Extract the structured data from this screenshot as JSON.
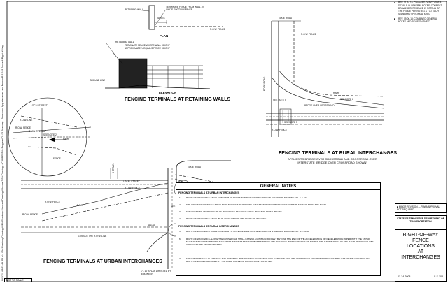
{
  "side_text": "U:\\5\\2014 8:53:49 PM   c:\\...\\Std Roadway Drawings\\DEV\\Roadway Standard Drawings\\Volume 2\\Std Drawings : CURRENT\\In Progress\\Ch 05 Roadway - Permanent Appurtenances and Fences\\R-5-103 Fence & Right of Way",
  "legend": [
    {
      "bullet": "■",
      "text": "REV. 11-24-16: CHANGED DEPICTIONS & DETAILS IN GENERAL NOTES. CORRECT DRAWING REFERENCE IN NOTE #1 OF THE FENCE PER NOTE 1 & 7 AT EACH STANDARD SPECIFICATIONS."
    },
    {
      "bullet": "■",
      "text": "REV. 09-06-18: COMBINED GENERAL NOTES AND REVISION SHEET"
    }
  ],
  "retaining": {
    "retaining_wall": "RETAINING WALL",
    "terminate": "TERMINATE FENCE FROM WALL, IN WHITE FOOTWAY/PAVER",
    "varies": "VARIES",
    "row_fence": "R.O.W. FENCE",
    "plan": "PLAN",
    "retaining_wall2": "RETAINING WALL",
    "terminate2": "TERMINATE FENCE WHERE WALL HEIGHT APPROXIMATELY EQUALS FENCE HEIGHT",
    "ground_line": "GROUND LINE",
    "elevation": "ELEVATION",
    "caption": "FENCING TERMINALS AT RETAINING WALLS"
  },
  "rural": {
    "edge_road": "EDGE ROAD",
    "row_fence": "R.O.W. FENCE",
    "see_note_5a": "SEE NOTE 5",
    "edge_road2": "EDGE ROAD",
    "ramp": "RAMP",
    "see_note_6": "SEE NOTE 6",
    "bridge": "BRIDGE OVER CROSSROAD",
    "see_note_5b": "SEE NOTE 5",
    "row_fence2": "R.O.W. FENCE",
    "caption": "FENCING TERMINALS AT RURAL INTERCHANGES",
    "sub": "APPLIES TO BRIDGE OVER CROSSROAD AND CROSSROAD OVER INTERSTATE (BRIDGE OVER CROSSROAD SHOWN)"
  },
  "detail": {
    "local_street": "LOCAL STREET",
    "row_line": "R.O.W. LINE",
    "ramp": "RAMP",
    "row_fence": "R.O.W. FENCE",
    "fence_overlap": "45 MIN OVERLAP",
    "see_note": "SEE NOTE 2",
    "fence": "FENCE"
  },
  "urban": {
    "fence_label": "5 FT MIN.",
    "local_street": "LOCAL STREET",
    "row_fence": "R.O.W. FENCE",
    "see_note_2": "SEE NOTE 2",
    "see_note_1": "SEE NOTE 1",
    "row_fence2": "R.O.W. FENCE",
    "edge_road": "EDGE ROAD",
    "sidewalk": "SIDEWALK",
    "ramp": "RAMP",
    "row_line": "R.O.W. LINE",
    "row_fence3": "R.O.W. FENCE",
    "ramp2": "RAMP",
    "inside": "1' INSIDE THE R.O.W. LINE",
    "see_note_3": "SEE NOTE 3",
    "caption": "FENCING TERMINALS AT URBAN INTERCHANGES",
    "ramp_note": "7 - 10' SPLAS DIRECTED BY ENGINEER"
  },
  "general_notes": {
    "title": "GENERAL NOTES",
    "section1": "FENCING TERMINALS AT URBAN INTERCHANGES",
    "notes1": [
      {
        "num": "1.",
        "text": "RIGHT-OF-WAY FENCE SHALL CONFORM TO NOTES AND DETAILS SPECIFIED ON STANDARD DRAWING NO. S-F-103."
      },
      {
        "num": "2.",
        "text": "THE INDICATED DISTANCE SHALL BE SUFFICIENT TO PROVIDE SATISFACTORY SIGHT DISTANCE FOR THE TRAFFIC FROM THE RAMP."
      },
      {
        "num": "3.",
        "text": "END SECTIONS OF THE RIGHT-OF-WAY FENCE SECTIONS SHALL BE OVERLAPPED. MIN. 5F."
      },
      {
        "num": "4.",
        "text": "RIGHT-OF-WAY FENCE SHALL BE PLACED 1 INSIDE THE RIGHT-OF-WAY LINE."
      }
    ],
    "section2": "FENCING TERMINALS AT RURAL INTERCHANGES",
    "notes2": [
      {
        "num": "5.",
        "text": "RIGHT-OF-WAY FENCE SHALL CONFORM TO NOTES AND DETAILS SPECIFIED ON STANDARD DRAWING NO. S-F-103A."
      },
      {
        "num": "6.",
        "text": "RIGHT-OF-WAY FENCE ALONG THE CROSSROAD SHALL EXTEND A MINIMUM 300 FEET BEYOND THE END OF THE ACCELERATION OR DECELERATION TAPER WITH THE TAPER MUST REMAIN FROM THE PROJECT DETAIL MINIMUM TIME FOR BOTH SIDES OF THE ROADWAY. IN THE ABSENCE OF A TAPER THE RADIUS POINT OF THE RAMP RETURN WILL BE USED WITH THE ABOVE CRITERIA."
      },
      {
        "num": "7.",
        "text": "FOR INTERCHANGE CLEARANCE AND ROADSIDE. THE RIGHT-OF-WAY FENCE WILL EXTEND ALONG THE CROSSROAD TO A POINT OPPOSITE THE LIMIT OF THE CONTROLLED RIGHT-OF-WAY ESTABLISHED BY THE RAMP CURVE OR RADIUS POINT AS NOTED."
      }
    ]
  },
  "revision": "■ MINOR REVISION — FHWA APPROVAL NOT REQUIRED",
  "titleblock": {
    "state": "STATE OF TENNESSEE DEPARTMENT OF TRANSPORTATION",
    "title_lines": [
      "RIGHT-OF-WAY",
      "FENCE",
      "LOCATIONS",
      "AT",
      "INTERCHANGES"
    ],
    "date": "01-24-2008",
    "number": "S-F-103"
  },
  "scale": "NOT TO SCALE"
}
